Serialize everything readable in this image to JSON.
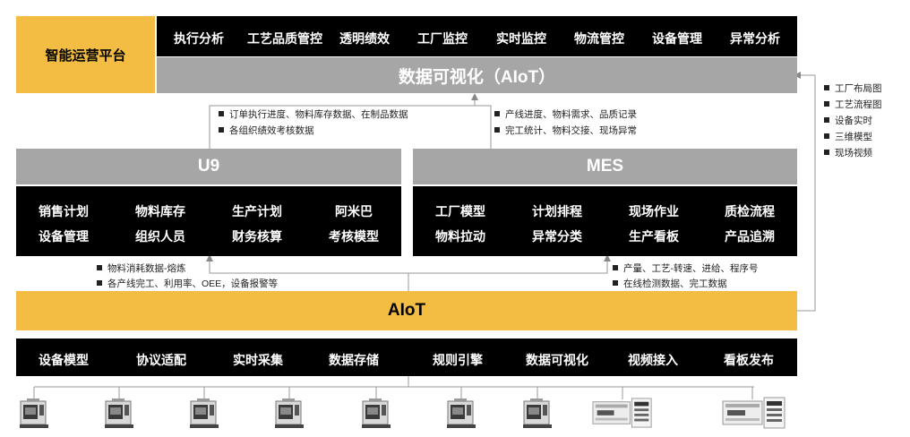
{
  "platform": {
    "label": "智能运营平台"
  },
  "top_bar": {
    "items": [
      "执行分析",
      "工艺品质管控",
      "透明绩效",
      "工厂监控",
      "实时监控",
      "物流管控",
      "设备管理",
      "异常分析"
    ]
  },
  "visualization": {
    "label": "数据可视化（AIoT）"
  },
  "side_notes": {
    "items": [
      "工厂布局图",
      "工艺流程图",
      "设备实时",
      "三维模型",
      "现场视频"
    ]
  },
  "u9_flow_notes": [
    "订单执行进度、物料库存数据、在制品数据",
    "各组织绩效考核数据"
  ],
  "mes_flow_notes": [
    "产线进度、物料需求、品质记录",
    "完工统计、物料交接、现场异常"
  ],
  "u9": {
    "title": "U9",
    "modules": [
      "销售计划",
      "物料库存",
      "生产计划",
      "阿米巴",
      "设备管理",
      "组织人员",
      "财务核算",
      "考核模型"
    ]
  },
  "mes": {
    "title": "MES",
    "modules": [
      "工厂模型",
      "计划排程",
      "现场作业",
      "质检流程",
      "物料拉动",
      "异常分类",
      "生产看板",
      "产品追溯"
    ]
  },
  "aiot_to_u9_notes": [
    "物料消耗数据-熔炼",
    "各产线完工、利用率、OEE，设备报警等"
  ],
  "aiot_to_mes_notes": [
    "产量、工艺-转速、进给、程序号",
    "在线检测数据、完工数据"
  ],
  "aiot": {
    "title": "AIoT",
    "modules": [
      "设备模型",
      "协议适配",
      "实时采集",
      "数据存储",
      "规则引擎",
      "数据可视化",
      "视频接入",
      "看板发布"
    ]
  },
  "colors": {
    "gold": "#f2bd42",
    "gray": "#a6a6a6",
    "black": "#000000"
  },
  "devices": [
    "cnc-machine",
    "cnc-machine",
    "cnc-machine",
    "cnc-machine",
    "cnc-machine",
    "cnc-machine",
    "cnc-machine",
    "plc-controller",
    "plc-controller"
  ]
}
